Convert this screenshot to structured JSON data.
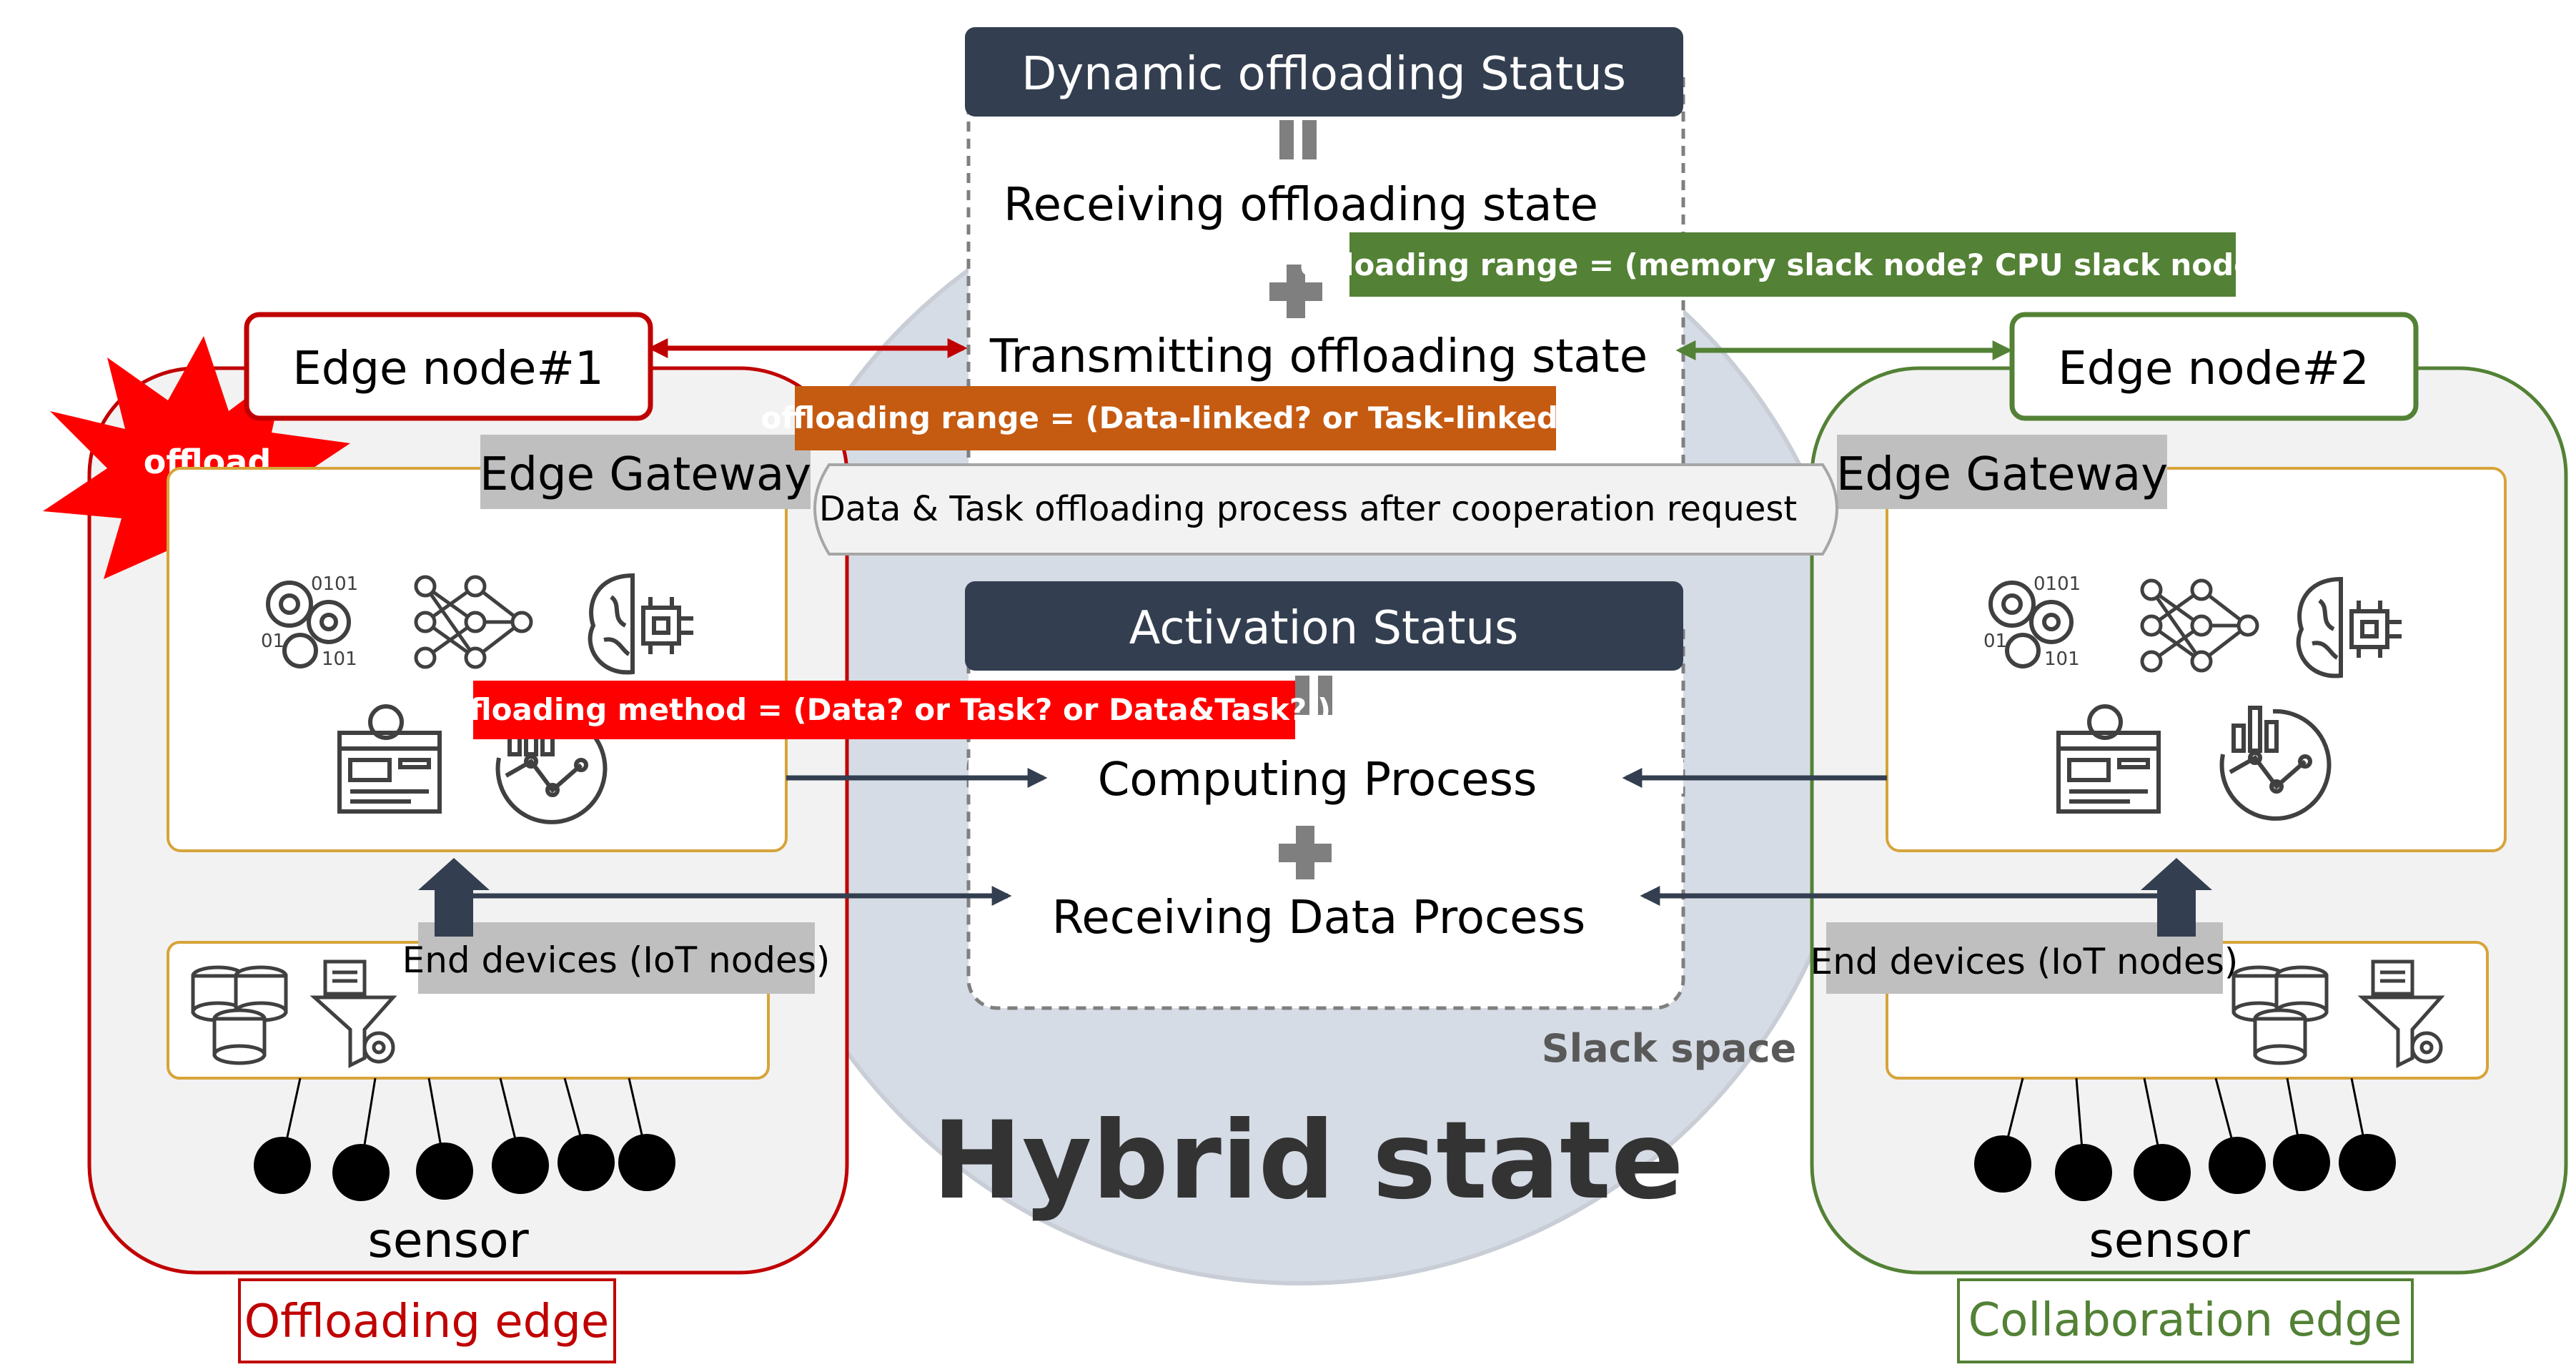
{
  "center": {
    "dynamic_header": "Dynamic offloading Status",
    "receiving_state": "Receiving offloading state",
    "transmitting_state": "Transmitting offloading state",
    "ribbon": "Data & Task offloading process after cooperation request",
    "activation_header": "Activation Status",
    "computing_process": "Computing Process",
    "receiving_data_process": "Receiving Data Process",
    "slack_space": "Slack space",
    "hybrid_state": "Hybrid state"
  },
  "tags": {
    "green_range": "offloading range = (memory slack node? CPU slack node?)",
    "orange_range": "offloading range = (Data-linked? or Task-linked?)",
    "red_method": "offloading method = (Data? or Task? or Data&Task? )"
  },
  "left_edge": {
    "node_title": "Edge node#1",
    "burst_label": "offload",
    "gateway_label": "Edge Gateway",
    "devices_label": "End devices (IoT nodes)",
    "sensor_label": "sensor",
    "footer_label": "Offloading edge"
  },
  "right_edge": {
    "node_title": "Edge node#2",
    "gateway_label": "Edge Gateway",
    "devices_label": "End devices (IoT nodes)",
    "sensor_label": "sensor",
    "footer_label": "Collaboration edge"
  },
  "colors": {
    "navy": "#333f50",
    "red": "#c00000",
    "green": "#538135",
    "orange": "#c55a11",
    "bright_red": "#ff0000",
    "gold": "#d6a43a",
    "gray_label": "#bfbfbf",
    "circle_fill": "#d6dce5"
  },
  "icons": [
    "gears-binary-icon",
    "neural-network-icon",
    "ai-brain-chip-icon",
    "web-settings-icon",
    "analytics-chart-icon",
    "database-icon",
    "data-filter-icon"
  ]
}
